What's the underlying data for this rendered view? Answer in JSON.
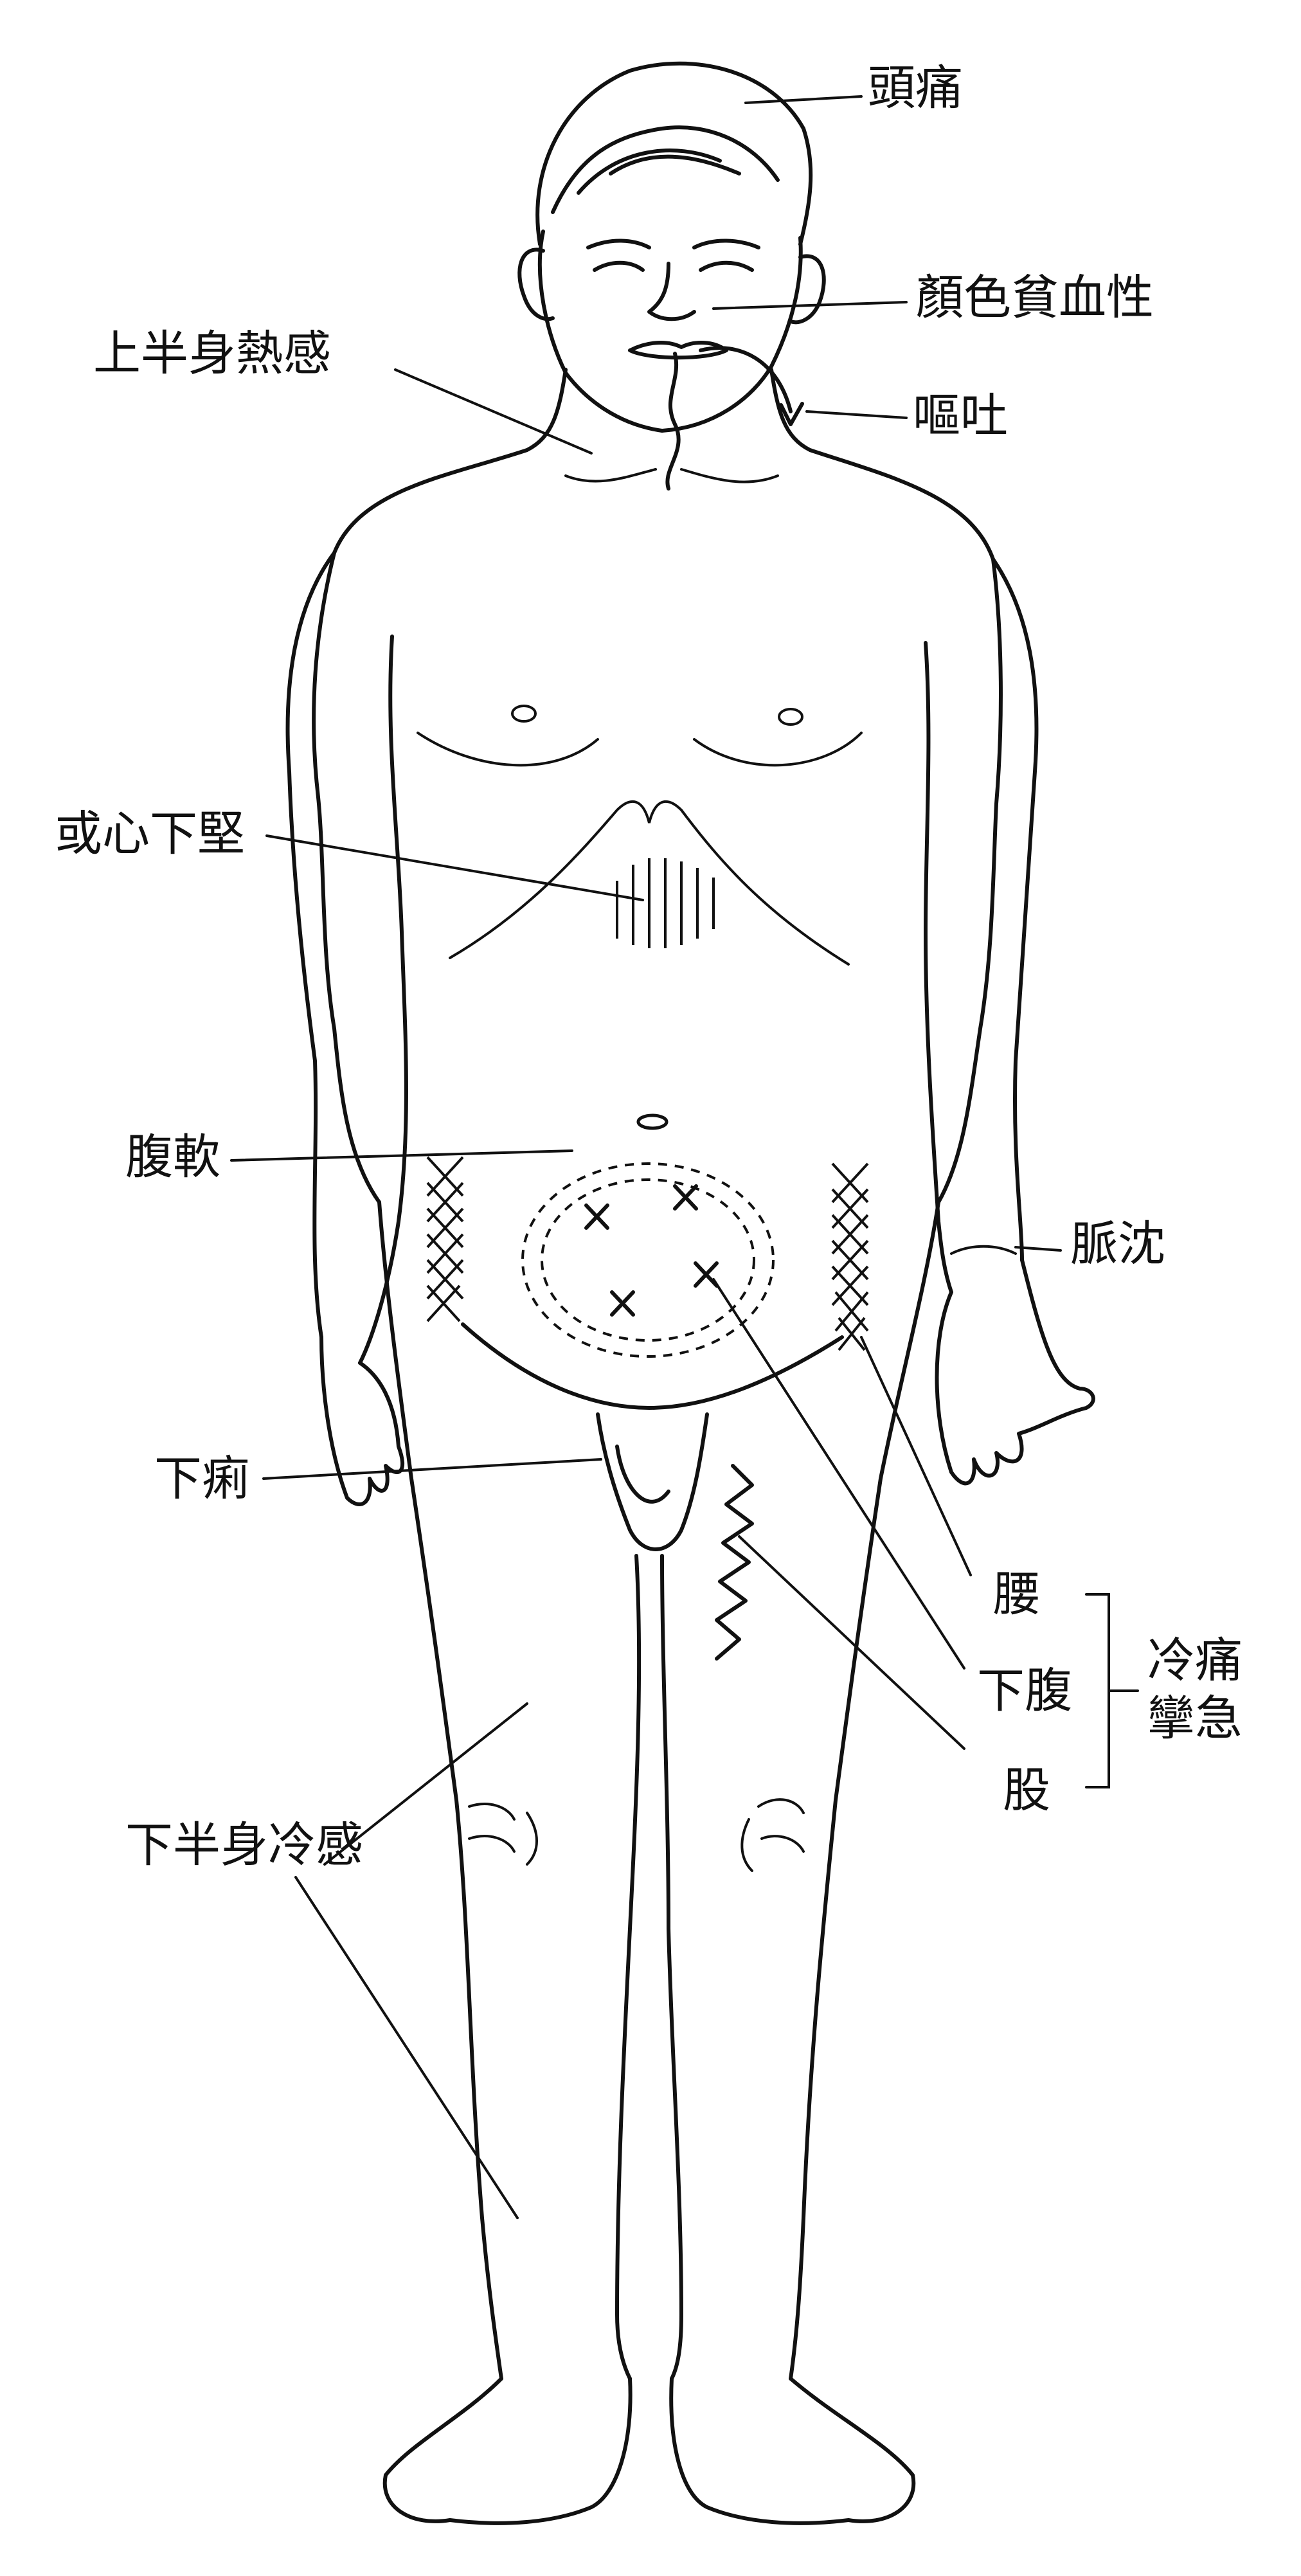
{
  "labels": {
    "headache": "頭痛",
    "pale_face": "顏色貧血性",
    "vomit": "嘔吐",
    "upper_heat": "上半身熱感",
    "epigastric": "或心下堅",
    "soft_abdomen": "腹軟",
    "pulse": "脈沈",
    "diarrhea": "下痢",
    "waist": "腰",
    "lower_abdomen": "下腹",
    "thigh": "股",
    "cold_pain": "冷痛",
    "cramp": "攣急",
    "lower_cold": "下半身冷感"
  },
  "colors": {
    "ink": "#111111",
    "paper": "#ffffff"
  }
}
